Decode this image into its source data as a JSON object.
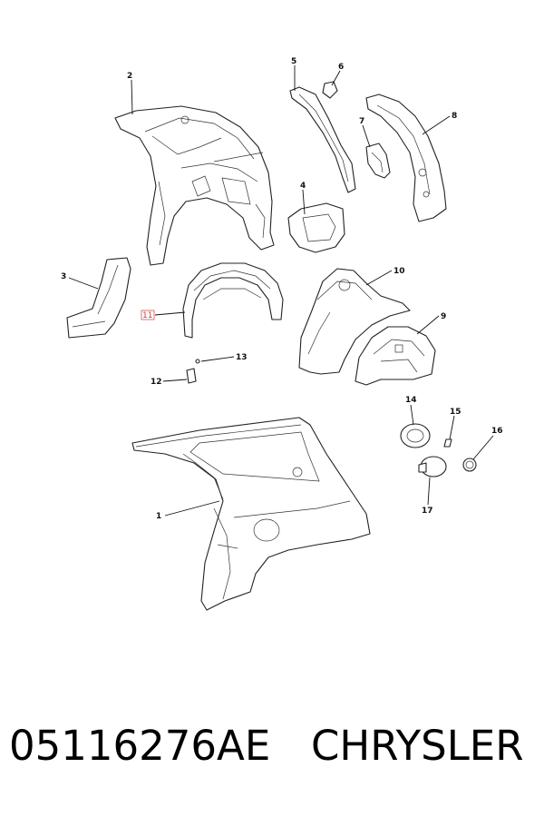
{
  "diagram": {
    "callouts": [
      {
        "id": "1",
        "label": "1",
        "highlight": false
      },
      {
        "id": "2",
        "label": "2",
        "highlight": false
      },
      {
        "id": "3",
        "label": "3",
        "highlight": false
      },
      {
        "id": "4",
        "label": "4",
        "highlight": false
      },
      {
        "id": "5",
        "label": "5",
        "highlight": false
      },
      {
        "id": "6",
        "label": "6",
        "highlight": false
      },
      {
        "id": "7",
        "label": "7",
        "highlight": false
      },
      {
        "id": "8",
        "label": "8",
        "highlight": false
      },
      {
        "id": "9",
        "label": "9",
        "highlight": false
      },
      {
        "id": "10",
        "label": "10",
        "highlight": false
      },
      {
        "id": "11",
        "label": "11",
        "highlight": true
      },
      {
        "id": "12",
        "label": "12",
        "highlight": false
      },
      {
        "id": "13",
        "label": "13",
        "highlight": false
      },
      {
        "id": "14",
        "label": "14",
        "highlight": false
      },
      {
        "id": "15",
        "label": "15",
        "highlight": false
      },
      {
        "id": "16",
        "label": "16",
        "highlight": false
      },
      {
        "id": "17",
        "label": "17",
        "highlight": false
      }
    ],
    "colors": {
      "line": "#222222",
      "highlight": "#d23b3b"
    }
  },
  "footer": {
    "part_number": "05116276AE",
    "brand": "CHRYSLER"
  }
}
